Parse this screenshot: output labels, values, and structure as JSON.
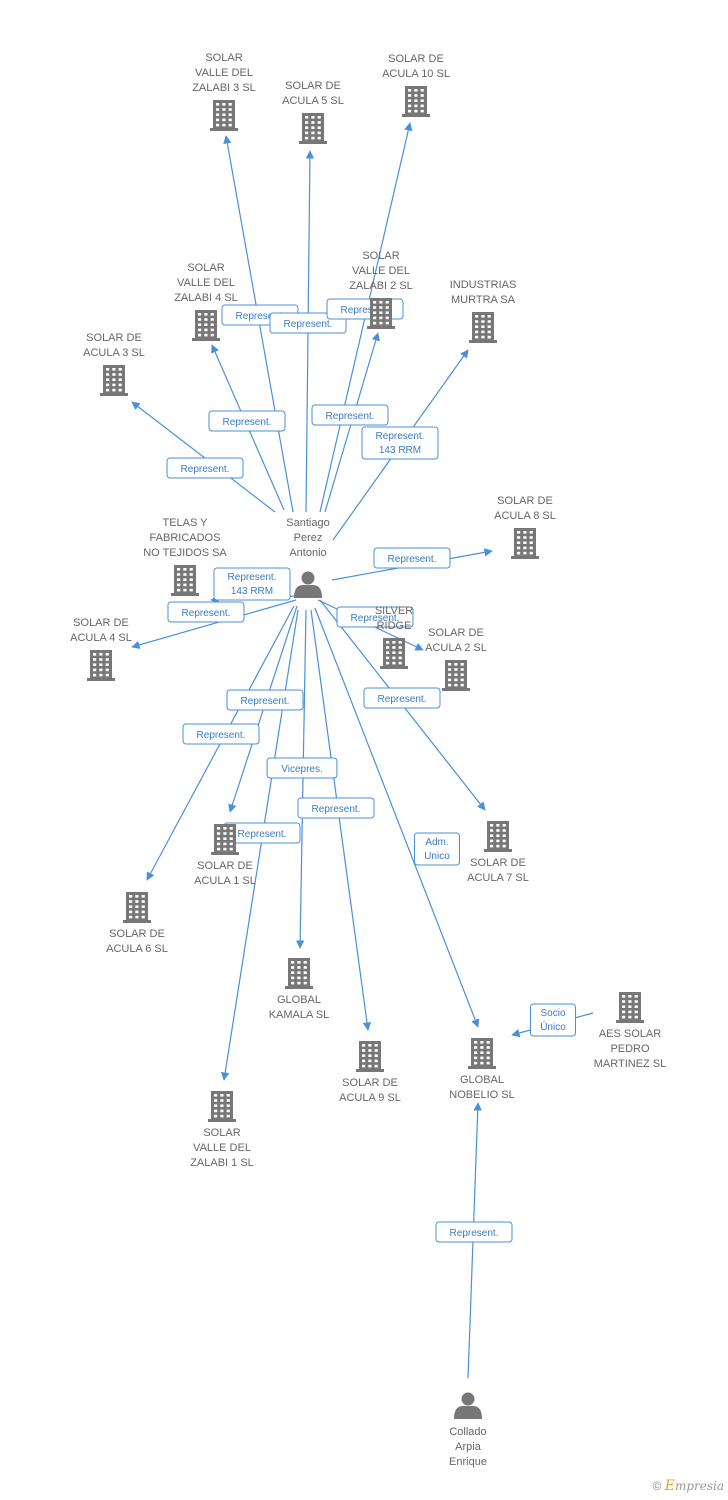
{
  "diagram": {
    "nodes": [
      {
        "id": "solar_valle_del_zalabi_3",
        "type": "company",
        "label": [
          "SOLAR",
          "VALLE DEL",
          "ZALABI 3 SL"
        ]
      },
      {
        "id": "solar_de_acula_5",
        "type": "company",
        "label": [
          "SOLAR DE",
          "ACULA 5 SL"
        ]
      },
      {
        "id": "solar_de_acula_10",
        "type": "company",
        "label": [
          "SOLAR DE",
          "ACULA 10 SL"
        ]
      },
      {
        "id": "solar_valle_del_zalabi_4",
        "type": "company",
        "label": [
          "SOLAR",
          "VALLE DEL",
          "ZALABI 4 SL"
        ]
      },
      {
        "id": "solar_valle_del_zalabi_2",
        "type": "company",
        "label": [
          "SOLAR",
          "VALLE DEL",
          "ZALABI 2 SL"
        ]
      },
      {
        "id": "industrias_murtra",
        "type": "company",
        "label": [
          "INDUSTRIAS",
          "MURTRA SA"
        ]
      },
      {
        "id": "solar_de_acula_3",
        "type": "company",
        "label": [
          "SOLAR DE",
          "ACULA 3 SL"
        ]
      },
      {
        "id": "santiago",
        "type": "person",
        "label": [
          "Santiago",
          "Perez",
          "Antonio"
        ]
      },
      {
        "id": "solar_de_acula_8",
        "type": "company",
        "label": [
          "SOLAR DE",
          "ACULA 8 SL"
        ]
      },
      {
        "id": "telas",
        "type": "company",
        "label": [
          "TELAS Y",
          "FABRICADOS",
          "NO TEJIDOS SA"
        ]
      },
      {
        "id": "silver",
        "type": "company",
        "label": [
          "SILVER",
          "RIDGE"
        ]
      },
      {
        "id": "solar_de_acula_2",
        "type": "company",
        "label": [
          "SOLAR DE",
          "ACULA 2 SL"
        ]
      },
      {
        "id": "solar_de_acula_4",
        "type": "company",
        "label": [
          "SOLAR DE",
          "ACULA 4 SL"
        ]
      },
      {
        "id": "solar_de_acula_1",
        "type": "company",
        "label": [
          "SOLAR DE",
          "ACULA 1 SL"
        ]
      },
      {
        "id": "solar_de_acula_7",
        "type": "company",
        "label": [
          "SOLAR DE",
          "ACULA 7 SL"
        ]
      },
      {
        "id": "solar_de_acula_6",
        "type": "company",
        "label": [
          "SOLAR DE",
          "ACULA 6 SL"
        ]
      },
      {
        "id": "global_kamala",
        "type": "company",
        "label": [
          "GLOBAL",
          "KAMALA SL"
        ]
      },
      {
        "id": "aes_solar",
        "type": "company",
        "label": [
          "AES SOLAR",
          "PEDRO",
          "MARTINEZ SL"
        ]
      },
      {
        "id": "solar_de_acula_9",
        "type": "company",
        "label": [
          "SOLAR DE",
          "ACULA 9 SL"
        ]
      },
      {
        "id": "global_nobelio",
        "type": "company",
        "label": [
          "GLOBAL",
          "NOBELIO SL"
        ]
      },
      {
        "id": "solar_valle_del_zalabi_1",
        "type": "company",
        "label": [
          "SOLAR",
          "VALLE DEL",
          "ZALABI 1 SL"
        ]
      },
      {
        "id": "collado",
        "type": "person",
        "label": [
          "Collado",
          "Arpia",
          "Enrique"
        ]
      }
    ],
    "edges": [
      {
        "from": "santiago",
        "to": "solar_valle_del_zalabi_3",
        "label": [
          "Represent."
        ]
      },
      {
        "from": "santiago",
        "to": "solar_de_acula_5",
        "label": [
          "Represent."
        ]
      },
      {
        "from": "santiago",
        "to": "solar_de_acula_10",
        "label": [
          "Represent."
        ]
      },
      {
        "from": "santiago",
        "to": "solar_valle_del_zalabi_4",
        "label": [
          "Represent."
        ]
      },
      {
        "from": "santiago",
        "to": "solar_valle_del_zalabi_2",
        "label": [
          "Represent."
        ]
      },
      {
        "from": "santiago",
        "to": "industrias_murtra",
        "label": [
          "Represent.",
          "143 RRM"
        ]
      },
      {
        "from": "santiago",
        "to": "solar_de_acula_3",
        "label": [
          "Represent."
        ]
      },
      {
        "from": "santiago",
        "to": "solar_de_acula_8",
        "label": [
          "Represent."
        ]
      },
      {
        "from": "santiago",
        "to": "telas",
        "label": [
          "Represent.",
          "143 RRM"
        ]
      },
      {
        "from": "santiago",
        "to": "solar_de_acula_4",
        "label": [
          "Represent."
        ]
      },
      {
        "from": "santiago",
        "to": "solar_de_acula_2",
        "label": [
          "Represent."
        ]
      },
      {
        "from": "santiago",
        "to": "solar_de_acula_7",
        "label": [
          "Represent."
        ]
      },
      {
        "from": "santiago",
        "to": "solar_de_acula_1",
        "label": [
          "Represent."
        ]
      },
      {
        "from": "santiago",
        "to": "solar_de_acula_6",
        "label": [
          "Represent."
        ]
      },
      {
        "from": "santiago",
        "to": "global_kamala",
        "label": [
          "Vicepres."
        ]
      },
      {
        "from": "santiago",
        "to": "solar_valle_del_zalabi_1",
        "label": [
          "Represent."
        ]
      },
      {
        "from": "santiago",
        "to": "solar_de_acula_9",
        "label": [
          "Represent."
        ]
      },
      {
        "from": "santiago",
        "to": "global_nobelio",
        "label": [
          "Adm.",
          "Unico"
        ]
      },
      {
        "from": "aes_solar",
        "to": "global_nobelio",
        "label": [
          "Socio",
          "Único"
        ]
      },
      {
        "from": "collado",
        "to": "global_nobelio",
        "label": [
          "Represent."
        ]
      }
    ]
  },
  "footer": {
    "copyright": "©",
    "brand_initial": "E",
    "brand_rest": "mpresia"
  },
  "colors": {
    "edge": "#4a90d9",
    "icon": "#777777",
    "text": "#666666"
  }
}
